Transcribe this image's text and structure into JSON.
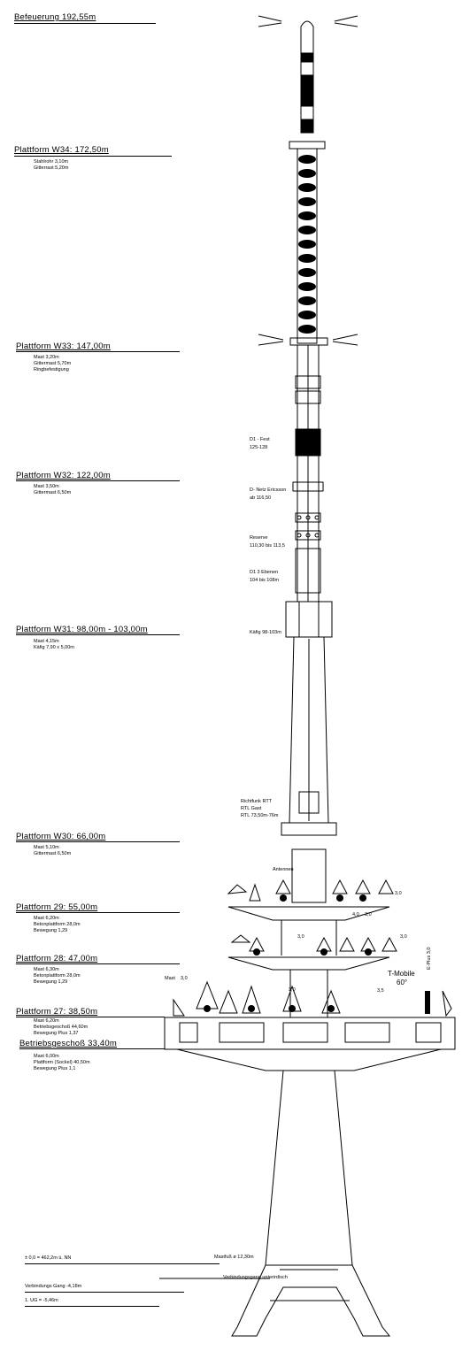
{
  "top": {
    "label": "Befeuerung 192,55m"
  },
  "platforms": [
    {
      "label": "Plattform W34: 172,50m",
      "details": [
        "Stahlrohr 3,10m",
        "Gitterrast 5,20m"
      ]
    },
    {
      "label": "Plattform W33: 147,00m",
      "details": [
        "Mast 3,20m",
        "Gittermast 5,70m",
        "Ringbefestigung"
      ]
    },
    {
      "label": "Plattform W32: 122,00m",
      "details": [
        "Mast 3,50m",
        "Gittermast 6,50m"
      ]
    },
    {
      "label": "Plattform W31: 98,00m - 103,00m",
      "details": [
        "Mast 4,15m",
        "Käfig 7,90 x 5,00m"
      ]
    },
    {
      "label": "Plattform W30: 66,00m",
      "details": [
        "Mast 5,10m",
        "Gittermast 6,50m"
      ]
    },
    {
      "label": "Plattform 29: 55,00m",
      "details": [
        "Mast 6,20m",
        "Betonplattform 28,0m",
        "Bewegung 1,29"
      ]
    },
    {
      "label": "Plattform 28: 47,00m",
      "details": [
        "Mast 6,30m",
        "Betonplattform 28,0m",
        "Bewegung 1,29"
      ]
    },
    {
      "label": "Plattform 27: 38,50m",
      "details": [
        "Mast 6,20m",
        "Betriebsgeschoß 44,60m",
        "Bewegung Plus 1,37"
      ]
    },
    {
      "label": "Betriebsgeschoß 33,40m",
      "details": [
        "Mast 6,00m",
        "Plattform (Sockel) 40,50m",
        "Bewegung Plus 1,1"
      ]
    }
  ],
  "base_labels": {
    "zero": "± 0,0 = 462,2m ü. NN",
    "underground": "Verbindungsgang unterirdisch",
    "basement": "Verbindungs Gang -4,18m",
    "ug": "1. UG = -5,46m",
    "foundation": "Mastfuß ø 12,30m"
  },
  "side_notes": {
    "d1": "D1 - Fest",
    "d1_range": "125-128",
    "d2": "D- Netz Ericsson",
    "d2_range": "ab 116,50",
    "repeater": "Reserve",
    "repeater_range": "110,30 bis 113,5",
    "d1_3": "D1 3 Ebenen",
    "d1_3_range": "104 bis 108m",
    "kaefig": "Käfig 98-103m",
    "richtfunk1": "Richtfunk RTT",
    "richtfunk2": "RTL Gast",
    "richtfunk3": "RTL 73,50m-76m",
    "antenna": "Antennen"
  },
  "equipment": {
    "tmobile": "T-Mobile",
    "tmobile_deg": "60°",
    "mast": "Mast",
    "mast_val": "3,0",
    "v1": "3,0",
    "v2": "3,0",
    "v3": "3,0",
    "v4": "3,5",
    "v5": "3,0",
    "v6": "4,0",
    "v7": "3,0",
    "v8": "E-Plus 3,0"
  }
}
